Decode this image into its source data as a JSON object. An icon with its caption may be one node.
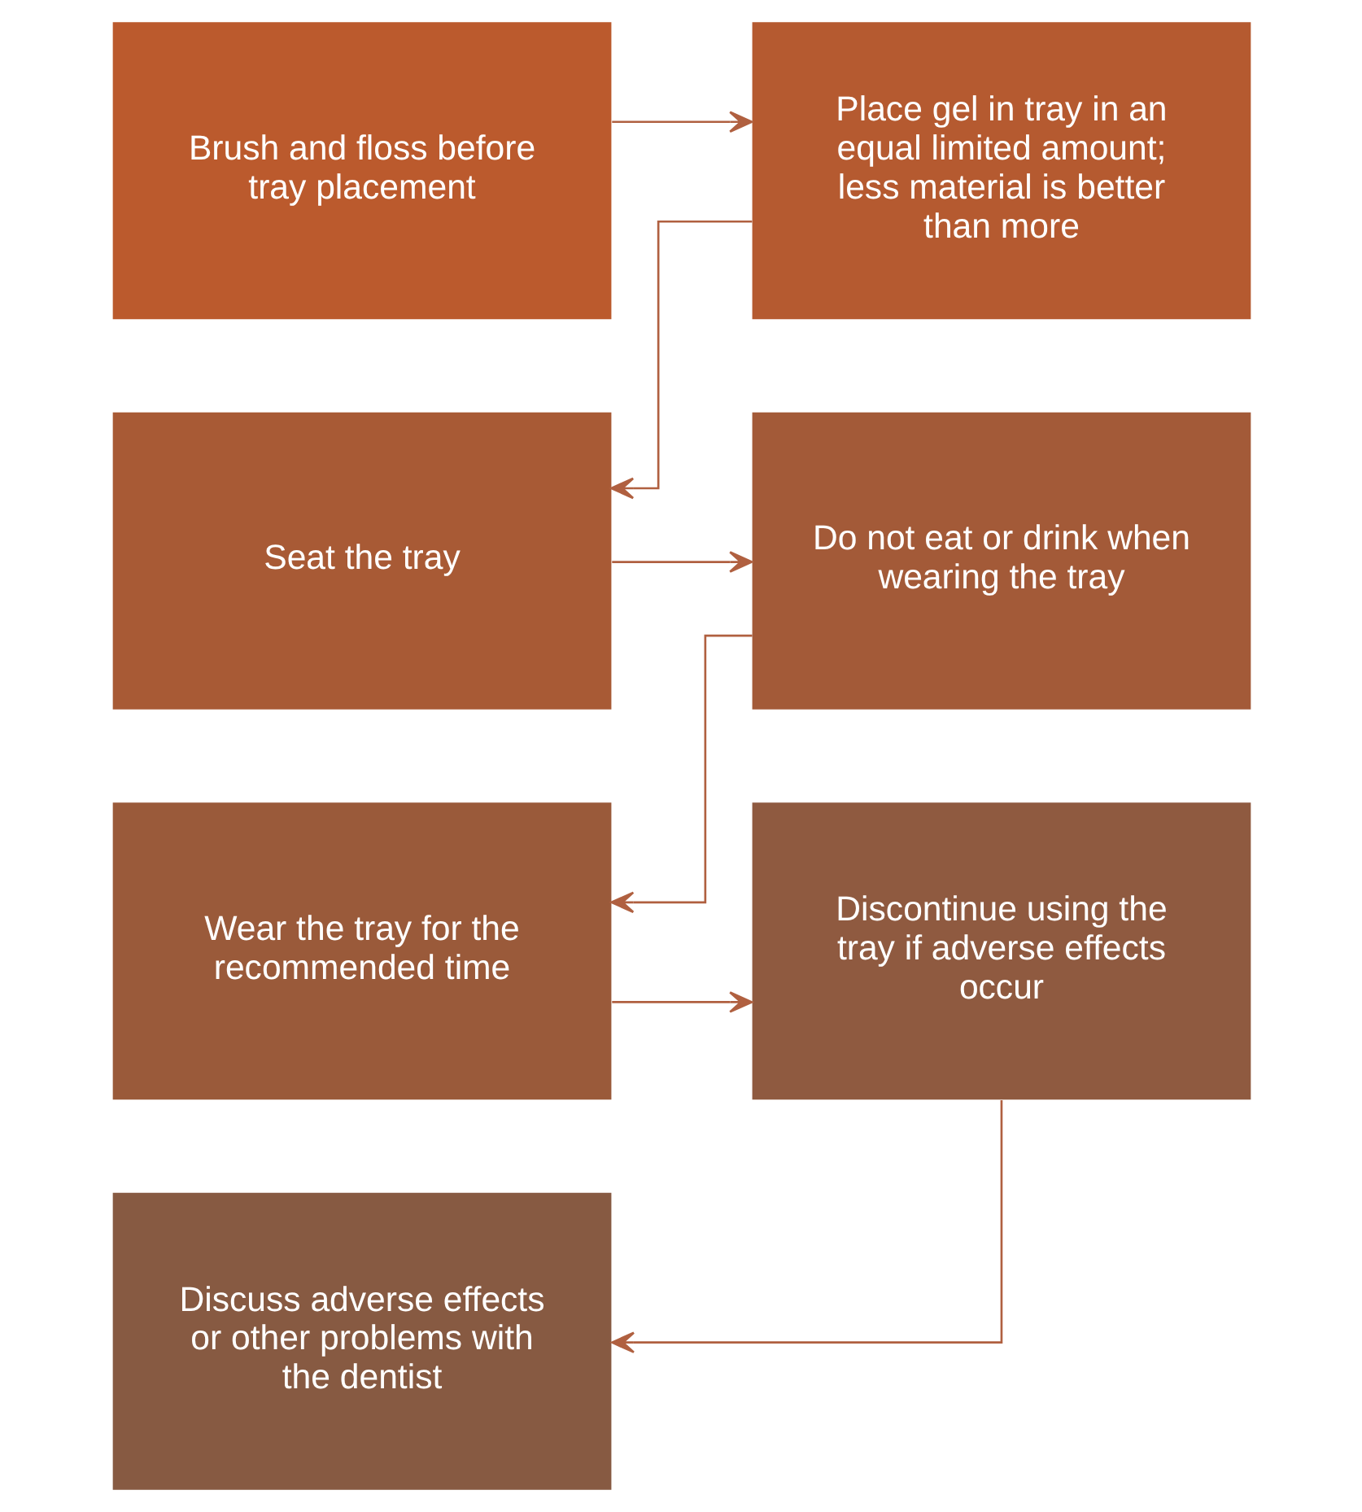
{
  "diagram": {
    "nodes": [
      {
        "text": [
          "Brush and floss before tray placement"
        ]
      },
      {
        "text": [
          "Place gel in tray in an equal limited amount; less material is better than more"
        ]
      },
      {
        "text": [
          "Seat the tray"
        ]
      },
      {
        "text": [
          "Do not eat or drink when wearing the tray"
        ]
      },
      {
        "text": [
          "Wear the tray for the recommended time"
        ]
      },
      {
        "text": [
          "Discontinue using the tray if adverse effects occur"
        ]
      },
      {
        "text": [
          "Discuss adverse effects or other problems with the dentist"
        ]
      }
    ],
    "edges": [
      {
        "from": 0,
        "to": 1,
        "arrow": "to"
      },
      {
        "from": 1,
        "to": 2,
        "arrow": "to"
      },
      {
        "from": 2,
        "to": 3,
        "arrow": "to"
      },
      {
        "from": 3,
        "to": 4,
        "arrow": "to"
      },
      {
        "from": 4,
        "to": 5,
        "arrow": "to"
      },
      {
        "from": 5,
        "to": 6,
        "arrow": "to"
      }
    ]
  }
}
